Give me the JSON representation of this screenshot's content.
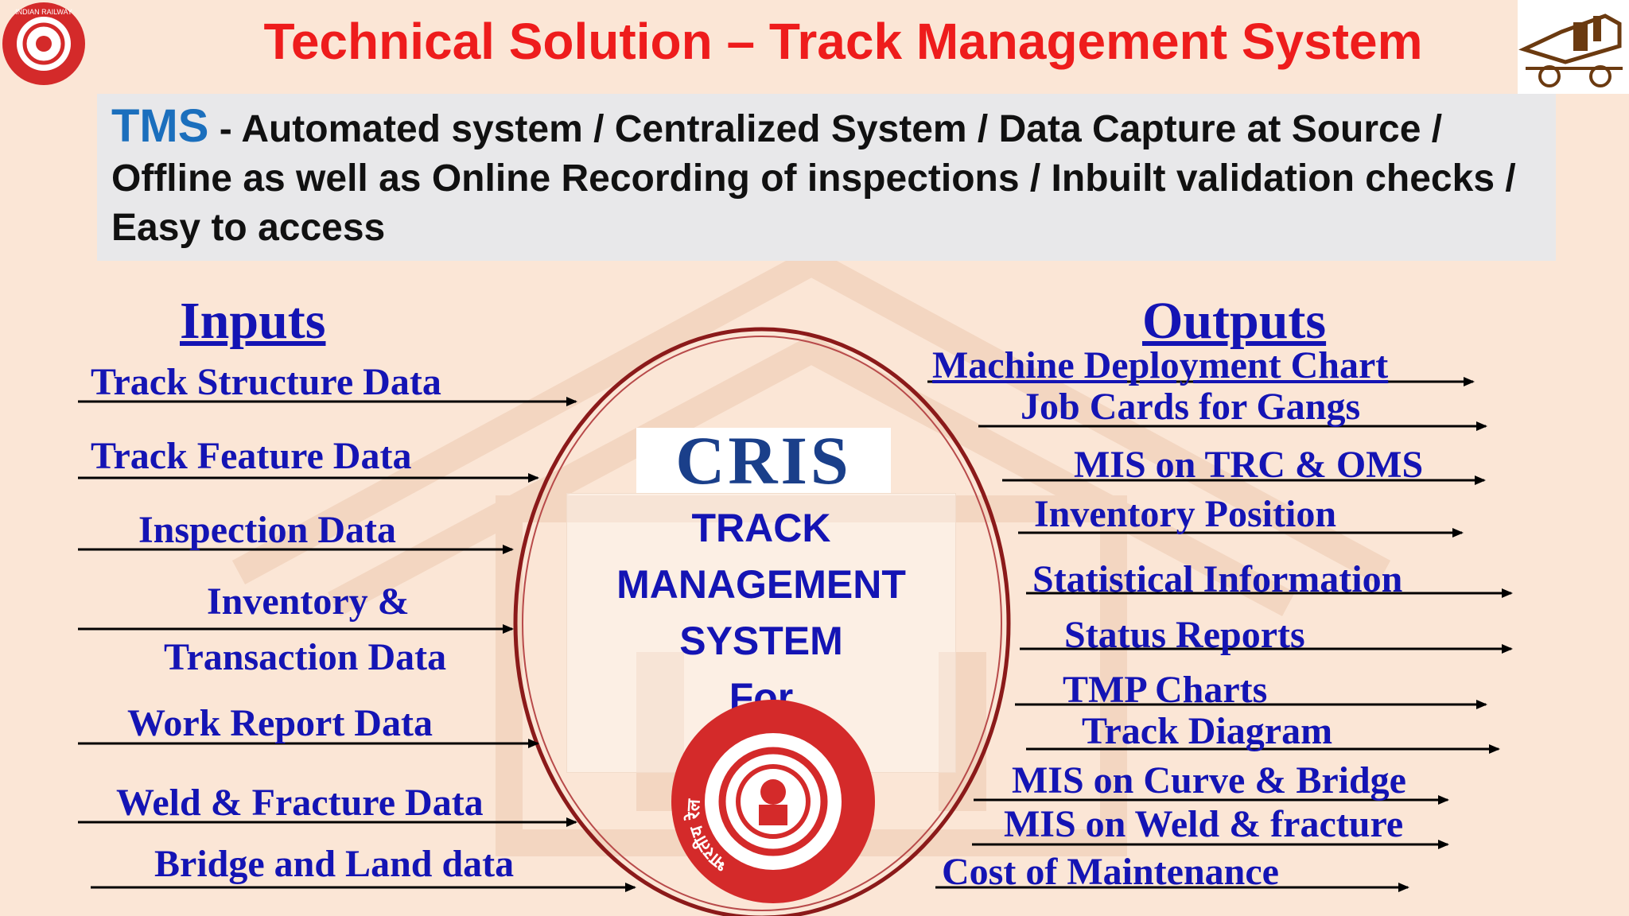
{
  "title": "Technical Solution – Track Management System",
  "description": {
    "lead": "TMS",
    "text": " - Automated system / Centralized System / Data Capture at Source / Offline as well as Online Recording of inspections / Inbuilt validation checks / Easy to access"
  },
  "inputs": {
    "heading": "Inputs",
    "items": [
      "Track Structure Data",
      "Track Feature Data",
      "Inspection Data",
      "Inventory &",
      "Transaction Data",
      "Work Report Data",
      "Weld & Fracture Data",
      "Bridge and Land data"
    ]
  },
  "outputs": {
    "heading": "Outputs",
    "items": [
      "Machine Deployment Chart",
      "Job Cards for Gangs",
      "MIS on TRC & OMS",
      "Inventory Position",
      "Statistical Information",
      "Status Reports",
      "TMP Charts",
      "Track Diagram",
      "MIS on Curve & Bridge",
      "MIS on Weld & fracture",
      "Cost of Maintenance"
    ]
  },
  "center": {
    "logo_text": "CRIS",
    "lines": [
      "TRACK",
      "MANAGEMENT",
      "SYSTEM",
      "For"
    ]
  },
  "emblems": {
    "indian_railways_text": "INDIAN RAILWAY",
    "hindi_text": "भारतीय रेल",
    "cris_text": "CRIS"
  },
  "colors": {
    "title": "#ee1c1c",
    "label_blue": "#1414b4",
    "tms_blue": "#1b6fbd",
    "background": "#fbe6d6",
    "ellipse": "#8b1a1a",
    "emblem_red": "#d42a2a"
  }
}
